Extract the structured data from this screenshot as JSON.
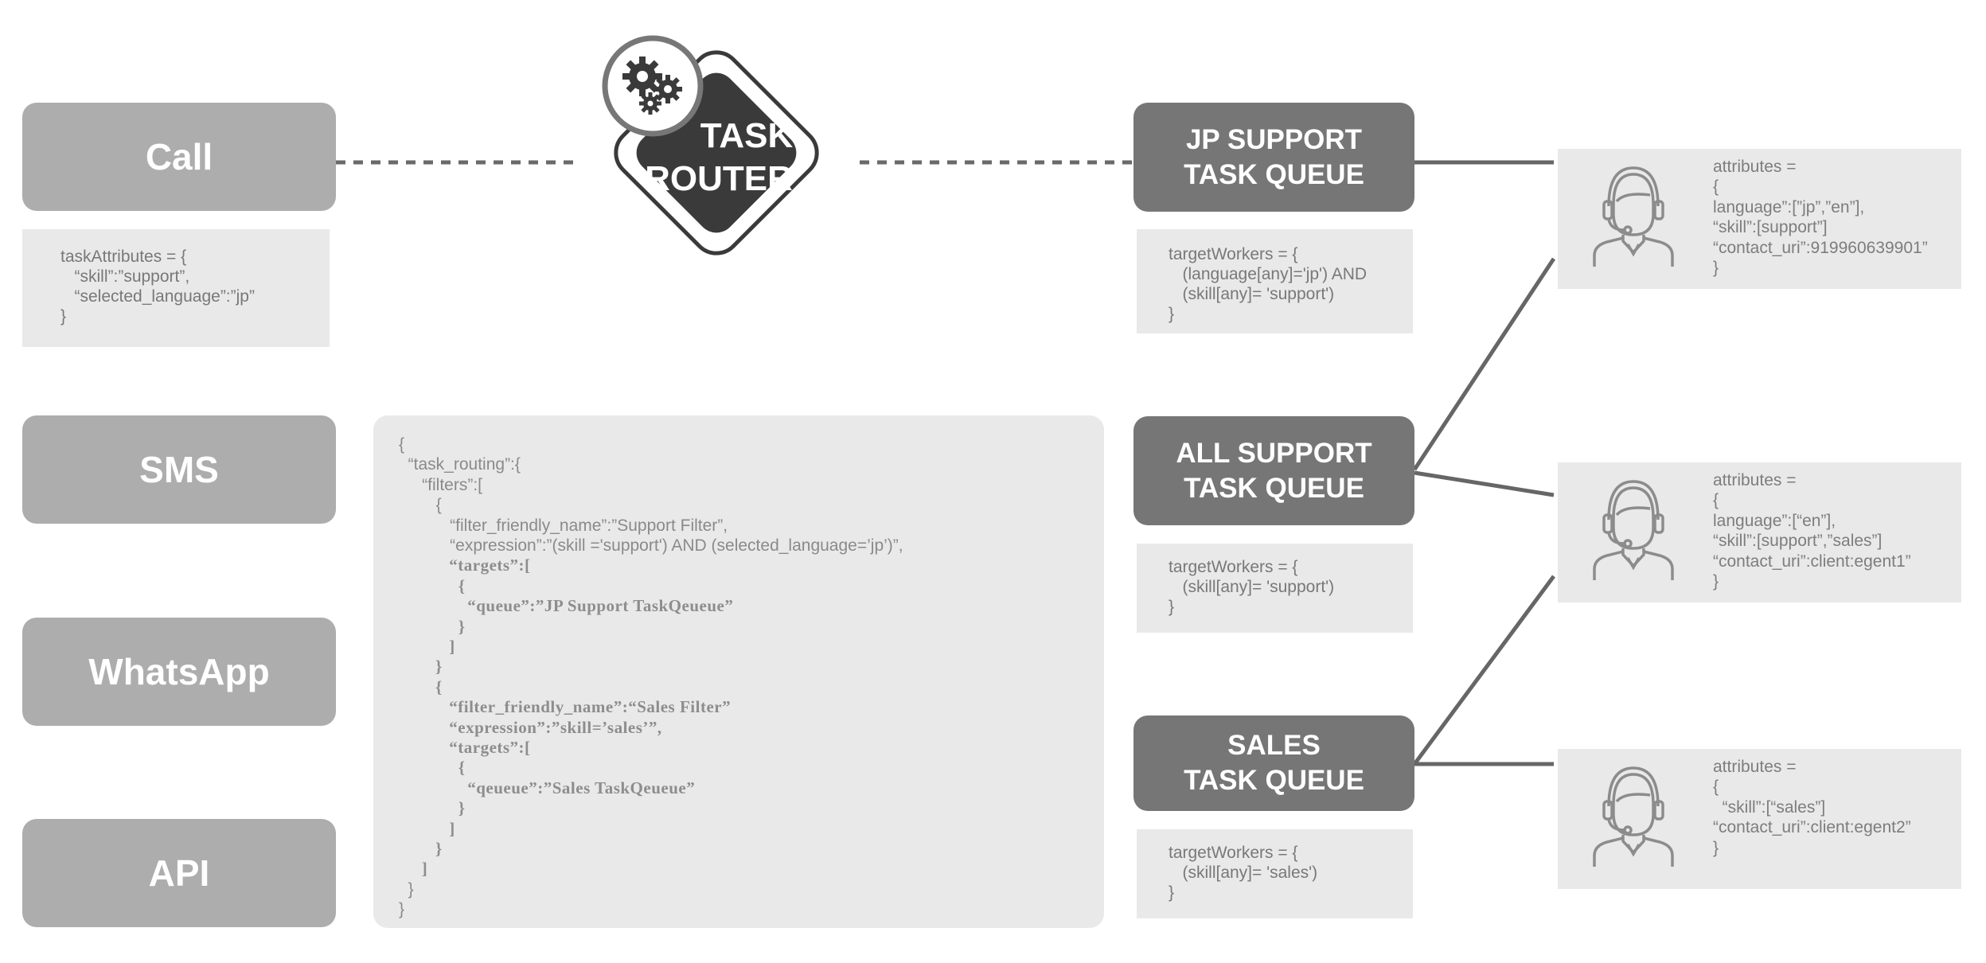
{
  "channels": [
    "Call",
    "SMS",
    "WhatsApp",
    "API"
  ],
  "router": {
    "line1": "TASK",
    "line2": "ROUTER",
    "icon": "gears-icon"
  },
  "call_attributes": [
    "taskAttributes = {",
    "   “skill”:”support”,",
    "   “selected_language”:”jp”",
    "}"
  ],
  "task_routing_code": [
    {
      "text": "{",
      "mono": false
    },
    {
      "text": "  “task_routing”:{",
      "mono": false
    },
    {
      "text": "     “filters”:[",
      "mono": false
    },
    {
      "text": "        {",
      "mono": false
    },
    {
      "text": "           “filter_friendly_name”:”Support Filter”,",
      "mono": false
    },
    {
      "text": "           “expression”:”(skill ='support') AND (selected_language=’jp’)”,",
      "mono": false
    },
    {
      "text": "           “targets”:[",
      "mono": true
    },
    {
      "text": "             {",
      "mono": true
    },
    {
      "text": "               “queue”:”JP Support TaskQeueue”",
      "mono": true
    },
    {
      "text": "             }",
      "mono": true
    },
    {
      "text": "           ]",
      "mono": true
    },
    {
      "text": "        }",
      "mono": true
    },
    {
      "text": "        {",
      "mono": true
    },
    {
      "text": "           “filter_friendly_name”:“Sales Filter”",
      "mono": true
    },
    {
      "text": "           “expression”:”skill=’sales’”,",
      "mono": true
    },
    {
      "text": "           “targets”:[",
      "mono": true
    },
    {
      "text": "             {",
      "mono": true
    },
    {
      "text": "               “qeueue”:”Sales TaskQeueue”",
      "mono": true
    },
    {
      "text": "             }",
      "mono": true
    },
    {
      "text": "           ]",
      "mono": true
    },
    {
      "text": "        }",
      "mono": true
    },
    {
      "text": "     ]",
      "mono": true
    },
    {
      "text": "  }",
      "mono": false
    },
    {
      "text": "}",
      "mono": false
    }
  ],
  "queues": [
    {
      "line1": "JP SUPPORT",
      "line2": "TASK QUEUE",
      "target_workers": [
        "targetWorkers = {",
        "   (language[any]='jp') AND",
        "   (skill[any]= 'support')",
        "}"
      ]
    },
    {
      "line1": "ALL SUPPORT",
      "line2": "TASK QUEUE",
      "target_workers": [
        "targetWorkers = {",
        "   (skill[any]= 'support')",
        "}"
      ]
    },
    {
      "line1": "SALES",
      "line2": "TASK QUEUE",
      "target_workers": [
        "targetWorkers = {",
        "   (skill[any]= 'sales')",
        "}"
      ]
    }
  ],
  "agents": [
    {
      "icon": "agent-headset-icon",
      "attributes": [
        "attributes =",
        "{",
        "language”:[”jp”,”en”],",
        "“skill”:[support”]",
        "“contact_uri”:919960639901”",
        "}"
      ]
    },
    {
      "icon": "agent-headset-icon",
      "attributes": [
        "attributes =",
        "{",
        "language”:[“en”],",
        "“skill”:[support”,”sales”]",
        "“contact_uri”:client:egent1”",
        "}"
      ]
    },
    {
      "icon": "agent-headset-icon",
      "attributes": [
        "attributes =",
        "{",
        "  “skill”:[“sales”]",
        "“contact_uri”:client:egent2”",
        "}"
      ]
    }
  ],
  "colors": {
    "channel": "#adadad",
    "queue": "#767676",
    "router": "#3a3a3a",
    "panel": "#e9e9e9",
    "connector": "#666666"
  }
}
